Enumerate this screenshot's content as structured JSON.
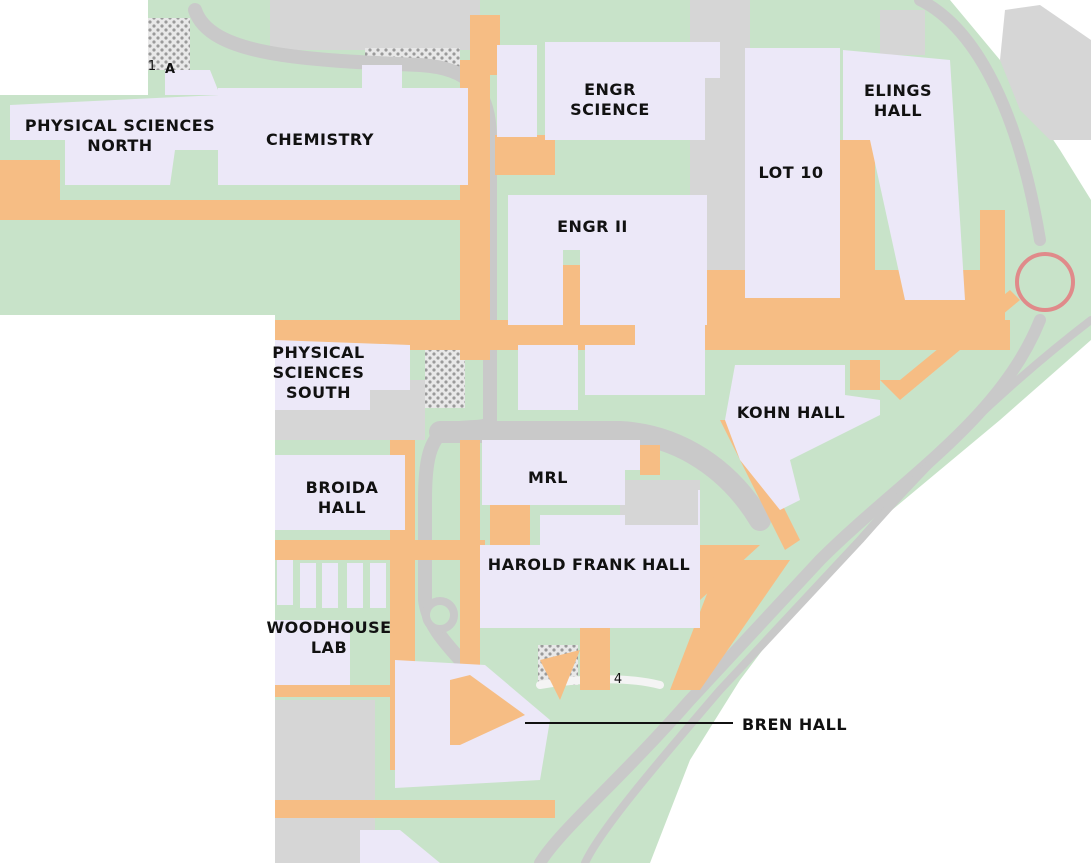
{
  "colors": {
    "grass": "#c8e3c9",
    "path": "#f6bd84",
    "building": "#ece8f8",
    "road": "#cdcdcd",
    "parking": "#d8d8d8",
    "roundabout_ring": "#e08a8a",
    "label": "#111111"
  },
  "buildings": {
    "physical_sciences_north": "PHYSICAL SCIENCES\nNORTH",
    "chemistry": "CHEMISTRY",
    "engr_science": "ENGR\nSCIENCE",
    "elings_hall": "ELINGS\nHALL",
    "lot_10": "LOT 10",
    "engr_ii": "ENGR II",
    "physical_sciences_south": "PHYSICAL\nSCIENCES\nSOUTH",
    "kohn_hall": "KOHN HALL",
    "broida_hall": "BROIDA\nHALL",
    "mrl": "MRL",
    "harold_frank_hall": "HAROLD FRANK HALL",
    "woodhouse_lab": "WOODHOUSE\nLAB",
    "bren_hall": "BREN HALL"
  },
  "markers": {
    "marker_1": "1",
    "marker_a": "A",
    "marker_4": "4"
  }
}
